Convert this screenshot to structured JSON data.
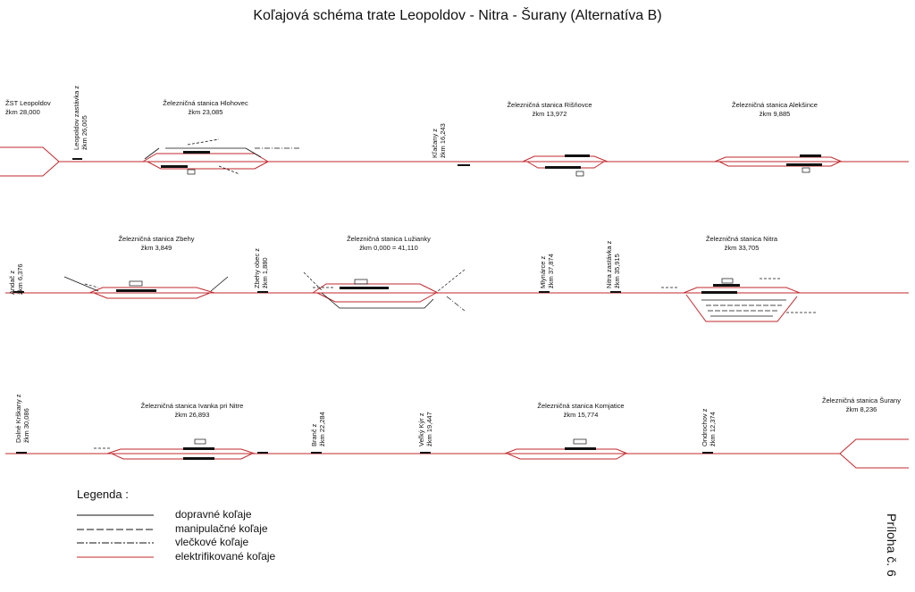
{
  "title": "Koľajová schéma trate Leopoldov - Nitra - Šurany (Alternatíva B)",
  "row1": {
    "st_leopoldov": {
      "name": "ŽST Leopoldov",
      "km": "žkm 28,000"
    },
    "leopoldov_zastavka": {
      "name": "Leopoldov zastávka z",
      "km": "žkm 26,005"
    },
    "hlohovec": {
      "name": "Železničná stanica Hlohovec",
      "km": "žkm 23,085"
    },
    "kladany": {
      "name": "Kľačany z",
      "km": "žkm 16,243"
    },
    "risnovce": {
      "name": "Železničná stanica Rišňovce",
      "km": "žkm 13,972"
    },
    "aleksince": {
      "name": "Železničná stanica Alekšince",
      "km": "žkm 9,885"
    }
  },
  "row2": {
    "andac": {
      "name": "Andač z",
      "km": "žkm 6,376"
    },
    "zbehy": {
      "name": "Železničná stanica Zbehy",
      "km": "žkm 3,849"
    },
    "zbehy_obec": {
      "name": "Zbehy obec z",
      "km": "žkm 1,880"
    },
    "luzianky": {
      "name": "Železničná stanica Lužianky",
      "km": "žkm 0,000 = 41,110"
    },
    "mlynarce": {
      "name": "Mlynárce z",
      "km": "žkm 37,874"
    },
    "nitra_zastavka": {
      "name": "Nitra zastávka z",
      "km": "žkm 35,915"
    },
    "nitra": {
      "name": "Železničná stanica Nitra",
      "km": "žkm 33,705"
    }
  },
  "row3": {
    "dolne_krskany": {
      "name": "Dolné Krškany z",
      "km": "žkm 30,086"
    },
    "ivanka": {
      "name": "Železničná stanica Ivanka pri Nitre",
      "km": "žkm 26,893"
    },
    "branc": {
      "name": "Branč z",
      "km": "žkm 22,284"
    },
    "velky_kyr": {
      "name": "Veľký Kýr z",
      "km": "žkm 19,447"
    },
    "komjatice": {
      "name": "Železničná stanica Komjatice",
      "km": "žkm 15,774"
    },
    "ondrochov": {
      "name": "Ondrochov z",
      "km": "žkm 12,374"
    },
    "surany": {
      "name": "Železničná stanica Šurany",
      "km": "žkm 8,236"
    }
  },
  "legend": {
    "title": "Legenda :",
    "items": [
      {
        "label": "dopravné koľaje",
        "style": "solid",
        "color": "#111111"
      },
      {
        "label": "manipulačné koľaje",
        "style": "dashed",
        "color": "#111111"
      },
      {
        "label": "vlečkové koľaje",
        "style": "dashdot",
        "color": "#111111"
      },
      {
        "label": "elektrifikované koľaje",
        "style": "solid",
        "color": "#c0282d"
      }
    ]
  },
  "appendix": "Príloha č. 6",
  "colors": {
    "electrified": "#c0282d",
    "track": "#111111"
  }
}
